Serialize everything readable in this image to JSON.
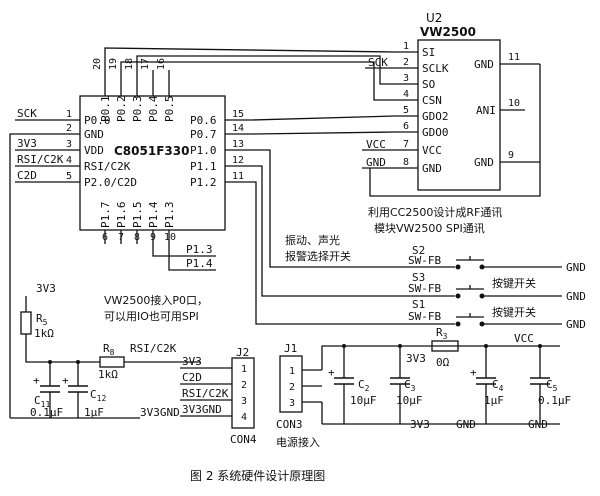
{
  "u2": {
    "ref": "U2",
    "part": "VW2500",
    "left_pins": [
      {
        "num": "1",
        "name": "SI"
      },
      {
        "num": "2",
        "name": "SCLK"
      },
      {
        "num": "3",
        "name": "SO"
      },
      {
        "num": "4",
        "name": "CSN"
      },
      {
        "num": "5",
        "name": "GDO2"
      },
      {
        "num": "6",
        "name": "GDO0"
      },
      {
        "num": "7",
        "name": "VCC"
      },
      {
        "num": "8",
        "name": "GND"
      }
    ],
    "right_pins": [
      {
        "num": "11",
        "name": "GND"
      },
      {
        "num": "10",
        "name": "ANI"
      },
      {
        "num": "9",
        "name": "GND"
      }
    ],
    "note_line1": "利用CC2500设计成RF通讯",
    "note_line2": "模块VW2500 SPI通讯"
  },
  "mcu": {
    "part": "C8051F330",
    "left_pins": [
      {
        "num": "1",
        "name": "P0.0"
      },
      {
        "num": "2",
        "name": "GND"
      },
      {
        "num": "3",
        "name": "VDD"
      },
      {
        "num": "4",
        "name": "RSI/C2K"
      },
      {
        "num": "5",
        "name": "P2.0/C2D"
      }
    ],
    "right_pins": [
      {
        "num": "15",
        "name": "P0.6"
      },
      {
        "num": "14",
        "name": "P0.7"
      },
      {
        "num": "13",
        "name": "P1.0"
      },
      {
        "num": "12",
        "name": "P1.1"
      },
      {
        "num": "11",
        "name": "P1.2"
      }
    ],
    "top_pins": [
      {
        "num": "20",
        "name": "P0.1"
      },
      {
        "num": "19",
        "name": "P0.2"
      },
      {
        "num": "18",
        "name": "P0.3"
      },
      {
        "num": "17",
        "name": "P0.4"
      },
      {
        "num": "16",
        "name": "P0.5"
      }
    ],
    "bottom_pins": [
      {
        "num": "6",
        "name": "P1.7"
      },
      {
        "num": "7",
        "name": "P1.6"
      },
      {
        "num": "8",
        "name": "P1.5"
      },
      {
        "num": "9",
        "name": "P1.4"
      },
      {
        "num": "10",
        "name": "P1.3"
      }
    ],
    "left_nets": [
      "SCK",
      "3V3",
      "RSI/C2K",
      "C2D"
    ],
    "bottom_nets": [
      "P1.3",
      "P1.4"
    ]
  },
  "nets": {
    "sck_u2": "SCK",
    "vcc_u2": "VCC",
    "gnd_u2": "GND"
  },
  "switches": {
    "note_line1": "振动、声光",
    "note_line2": "报警选择开关",
    "items": [
      {
        "ref": "S2",
        "part": "SW-FB",
        "gnd": "GND",
        "label": ""
      },
      {
        "ref": "S3",
        "part": "SW-FB",
        "gnd": "GND",
        "label": "按键开关"
      },
      {
        "ref": "S1",
        "part": "SW-FB",
        "gnd": "GND",
        "label": "按键开关"
      }
    ]
  },
  "reset": {
    "vnet": "3V3",
    "r5_ref": "R",
    "r5_sub": "5",
    "r5_val": "1kΩ",
    "r8_ref": "R",
    "r8_sub": "8",
    "r8_val": "1kΩ",
    "net": "RSI/C2K",
    "c11_ref": "C",
    "c11_sub": "11",
    "c11_val": "0.1μF",
    "c12_ref": "C",
    "c12_sub": "12",
    "c12_val": "1μF",
    "gnd": "3V3GND",
    "note_line1": "VW2500接入P0口，",
    "note_line2": "可以用IO也可用SPI"
  },
  "j2": {
    "ref": "J2",
    "name": "CON4",
    "pins": [
      "1",
      "2",
      "3",
      "4"
    ],
    "nets": [
      "3V3",
      "C2D",
      "RSI/C2K",
      "3V3GND"
    ]
  },
  "j1": {
    "ref": "J1",
    "name": "CON3",
    "label": "电源接入",
    "pins": [
      "1",
      "2",
      "3"
    ]
  },
  "power": {
    "vnet": "3V3",
    "vcc": "VCC",
    "gnd_left": "3V3",
    "gnd_mid": "GND",
    "gnd_right": "GND",
    "r3_ref": "R",
    "r3_sub": "3",
    "r3_val": "0Ω",
    "caps": [
      {
        "ref": "C",
        "sub": "2",
        "val": "10μF"
      },
      {
        "ref": "C",
        "sub": "3",
        "val": "10μF"
      },
      {
        "ref": "C",
        "sub": "4",
        "val": "1μF"
      },
      {
        "ref": "C",
        "sub": "5",
        "val": "0.1μF"
      }
    ]
  },
  "caption": "图 2   系统硬件设计原理图"
}
